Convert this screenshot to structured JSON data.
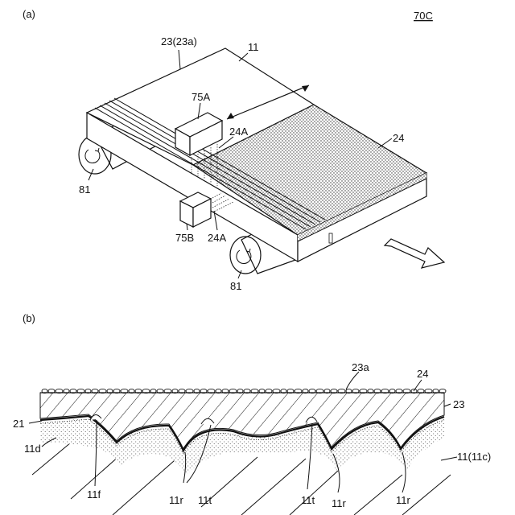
{
  "figure_id": "70C",
  "panel_a": {
    "panel_label": "(a)",
    "labels": {
      "sheet_ref": "23(23a)",
      "base_ref": "11",
      "head_upper": "75A",
      "head_lower": "75B",
      "beam_upper": "24A",
      "beam_lower": "24A",
      "coated": "24",
      "roller_left": "81",
      "roller_right": "81"
    }
  },
  "panel_b": {
    "panel_label": "(b)",
    "labels": {
      "layer_23a": "23a",
      "layer_24": "24",
      "layer_23": "23",
      "layer_21": "21",
      "region_11d": "11d",
      "tip_11f": "11f",
      "root_11r_1": "11r",
      "tip_11t_1": "11t",
      "tip_11t_2": "11t",
      "root_11r_2": "11r",
      "root_11r_3": "11r",
      "substrate_11c": "11(11c)"
    }
  }
}
